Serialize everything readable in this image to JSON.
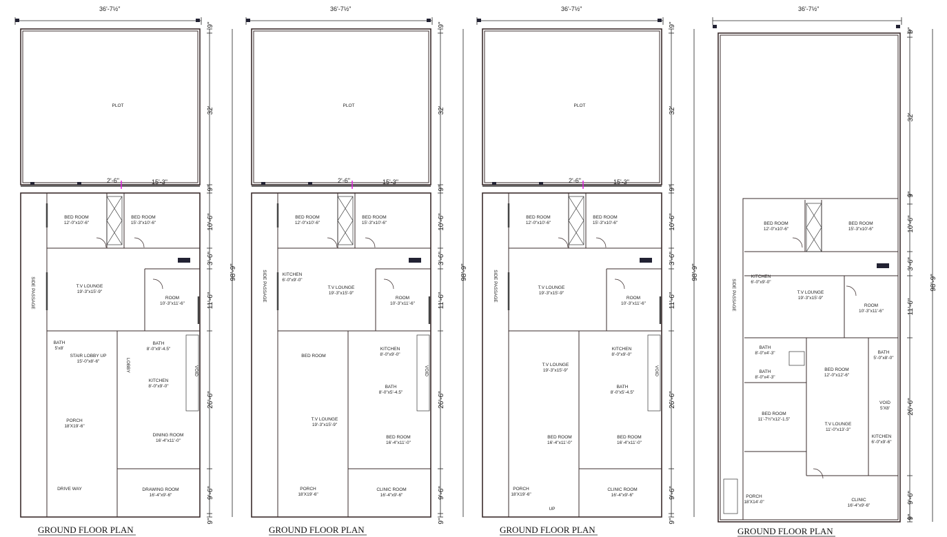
{
  "plans": [
    {
      "id": "plan-1",
      "top_dimension": "36'-7½\"",
      "side_dimensions": [
        "9\"",
        "32'",
        "9\"",
        "10'-6\"",
        "3'-6\"",
        "11'-6\"",
        "26'-6\"",
        "9'-6\"",
        "9\""
      ],
      "total_dimension": "98'-9\"",
      "mid_dimensions": [
        "2'-6\"",
        "15'-3\""
      ],
      "title": "GROUND FLOOR PLAN",
      "rooms": [
        {
          "name": "PLOT",
          "size": ""
        },
        {
          "name": "BED ROOM",
          "size": "12'-0\"x10'-6\""
        },
        {
          "name": "BED ROOM",
          "size": "15'-3\"x10'-6\""
        },
        {
          "name": "T.V LOUNGE",
          "size": "19'-3\"x15'-9\""
        },
        {
          "name": "ROOM",
          "size": "10'-3\"x11'-6\""
        },
        {
          "name": "BATH",
          "size": "5'x8'"
        },
        {
          "name": "STAIR LOBBY UP",
          "size": "15'-0\"x8'-6\""
        },
        {
          "name": "BATH",
          "size": "8'-0\"x9'-4.5\""
        },
        {
          "name": "KITCHEN",
          "size": "8'-0\"x9'-0\""
        },
        {
          "name": "PORCH",
          "size": "18'X19'-6\""
        },
        {
          "name": "DINING ROOM",
          "size": "16'-4\"x11'-0\""
        },
        {
          "name": "DRIVE WAY",
          "size": ""
        },
        {
          "name": "DRAWING ROOM",
          "size": "16'-4\"x9'-6\""
        },
        {
          "name": "SIDE PASSAGE",
          "size": ""
        },
        {
          "name": "LOBBY",
          "size": ""
        },
        {
          "name": "VOID",
          "size": ""
        }
      ]
    },
    {
      "id": "plan-2",
      "top_dimension": "36'-7½\"",
      "side_dimensions": [
        "9\"",
        "32'",
        "9\"",
        "10'-6\"",
        "3'-6\"",
        "11'-6\"",
        "26'-6\"",
        "9'-6\"",
        "9\""
      ],
      "total_dimension": "98'-9\"",
      "mid_dimensions": [
        "2'-6\"",
        "15'-3\""
      ],
      "title": "GROUND FLOOR PLAN",
      "rooms": [
        {
          "name": "PLOT",
          "size": ""
        },
        {
          "name": "BED ROOM",
          "size": "12'-0\"x10'-6\""
        },
        {
          "name": "BED ROOM",
          "size": "15'-3\"x10'-6\""
        },
        {
          "name": "KITCHEN",
          "size": "6'-0\"x9'-0\""
        },
        {
          "name": "T.V LOUNGE",
          "size": "19'-3\"x15'-9\""
        },
        {
          "name": "ROOM",
          "size": "10'-3\"x11'-6\""
        },
        {
          "name": "BED ROOM",
          "size": ""
        },
        {
          "name": "KITCHEN",
          "size": "8'-0\"x9'-0\""
        },
        {
          "name": "BATH",
          "size": "8'-0\"x5'-4.5\""
        },
        {
          "name": "T.V LOUNGE",
          "size": "19'-3\"x15'-9\""
        },
        {
          "name": "BED ROOM",
          "size": "16'-4\"x11'-0\""
        },
        {
          "name": "PORCH",
          "size": "18'X19'-6\""
        },
        {
          "name": "CLINIC ROOM",
          "size": "16'-4\"x9'-6\""
        },
        {
          "name": "SIDE PASSAGE",
          "size": ""
        },
        {
          "name": "VOID",
          "size": ""
        }
      ]
    },
    {
      "id": "plan-3",
      "top_dimension": "36'-7½\"",
      "side_dimensions": [
        "9\"",
        "32'",
        "9\"",
        "10'-6\"",
        "3'-6\"",
        "11'-6\"",
        "26'-6\"",
        "9'-6\"",
        "9\""
      ],
      "total_dimension": "98'-9\"",
      "mid_dimensions": [
        "2'-6\"",
        "15'-3\""
      ],
      "title": "GROUND FLOOR PLAN",
      "rooms": [
        {
          "name": "PLOT",
          "size": ""
        },
        {
          "name": "BED ROOM",
          "size": "12'-0\"x10'-6\""
        },
        {
          "name": "BED ROOM",
          "size": "15'-3\"x10'-6\""
        },
        {
          "name": "T.V LOUNGE",
          "size": "19'-3\"x15'-9\""
        },
        {
          "name": "ROOM",
          "size": "10'-3\"x11'-6\""
        },
        {
          "name": "T.V LOUNGE",
          "size": "19'-3\"x15'-9\""
        },
        {
          "name": "KITCHEN",
          "size": "8'-0\"x9'-0\""
        },
        {
          "name": "BATH",
          "size": "8'-0\"x5'-4.5\""
        },
        {
          "name": "BED ROOM",
          "size": "16'-4\"x11'-0\""
        },
        {
          "name": "BED ROOM",
          "size": "16'-4\"x11'-0\""
        },
        {
          "name": "PORCH",
          "size": "18'X19'-6\""
        },
        {
          "name": "CLINIC ROOM",
          "size": "16'-4\"x9'-6\""
        },
        {
          "name": "SIDE PASSAGE",
          "size": ""
        },
        {
          "name": "VOID",
          "size": ""
        },
        {
          "name": "UP",
          "size": ""
        }
      ]
    },
    {
      "id": "plan-4",
      "top_dimension": "36'-7½\"",
      "side_dimensions": [
        "9\"",
        "32'",
        "9\"",
        "10'-6\"",
        "3'-6\"",
        "11'-6\"",
        "26'-6\"",
        "9'-6\"",
        "9\""
      ],
      "total_dimension": "98'-9\"",
      "mid_dimensions": [],
      "title": "GROUND FLOOR PLAN",
      "rooms": [
        {
          "name": "BED ROOM",
          "size": "12'-0\"x10'-6\""
        },
        {
          "name": "BED ROOM",
          "size": "15'-3\"x10'-6\""
        },
        {
          "name": "KITCHEN",
          "size": "6'-0\"x9'-0\""
        },
        {
          "name": "T.V LOUNGE",
          "size": "19'-3\"x15'-9\""
        },
        {
          "name": "ROOM",
          "size": "10'-3\"x11'-6\""
        },
        {
          "name": "BATH",
          "size": "8'-0\"x4'-3\""
        },
        {
          "name": "BATH",
          "size": "8'-0\"x4'-3\""
        },
        {
          "name": "BED ROOM",
          "size": "12'-0\"x12'-6\""
        },
        {
          "name": "BATH",
          "size": "5'-0\"x8'-0\""
        },
        {
          "name": "BED ROOM",
          "size": "11'-7½\"x12'-1.5\""
        },
        {
          "name": "T.V LOUNGE",
          "size": "11'-0\"x13'-3\""
        },
        {
          "name": "VOID",
          "size": "5'X8'"
        },
        {
          "name": "KITCHEN",
          "size": "6'-0\"x9'-6\""
        },
        {
          "name": "PORCH",
          "size": "18'X14'-0\""
        },
        {
          "name": "CLINIC",
          "size": "16'-4\"x9'-6\""
        },
        {
          "name": "SIDE PASSAGE",
          "size": ""
        }
      ]
    }
  ]
}
